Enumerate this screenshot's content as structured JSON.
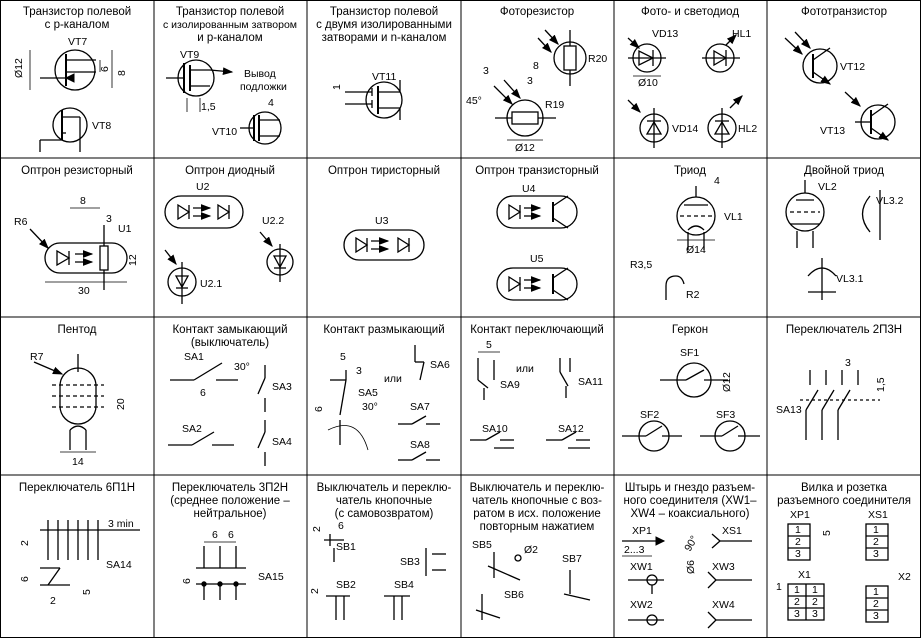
{
  "cells": [
    {
      "id": "c1",
      "title": [
        "Транзистор полевой",
        "с p-каналом"
      ],
      "labels": {
        "a": "VT7",
        "b": "VT8",
        "d1": "Ø12",
        "d2": "6",
        "d3": "8"
      }
    },
    {
      "id": "c2",
      "title": [
        "Транзистор полевой",
        "с изолированным затвором",
        "и p-каналом"
      ],
      "labels": {
        "a": "VT9",
        "b": "VT10",
        "n1": "Вывод",
        "n2": "подложки",
        "d1": "1,5",
        "d2": "4"
      }
    },
    {
      "id": "c3",
      "title": [
        "Транзистор полевой",
        "с двумя изолированными",
        "затворами и n-каналом"
      ],
      "labels": {
        "a": "VT11",
        "d1": "1"
      }
    },
    {
      "id": "c4",
      "title": [
        "Фоторезистор"
      ],
      "labels": {
        "a": "R20",
        "b": "R19",
        "d1": "3",
        "d2": "8",
        "d3": "3",
        "d4": "45°",
        "d5": "Ø12"
      }
    },
    {
      "id": "c5",
      "title": [
        "Фото- и светодиод"
      ],
      "labels": {
        "a": "VD13",
        "b": "HL1",
        "c": "VD14",
        "d": "HL2",
        "d1": "Ø10"
      }
    },
    {
      "id": "c6",
      "title": [
        "Фототранзистор"
      ],
      "labels": {
        "a": "VT12",
        "b": "VT13"
      }
    },
    {
      "id": "c7",
      "title": [
        "Оптрон резисторный"
      ],
      "labels": {
        "a": "R6",
        "b": "U1",
        "d1": "8",
        "d2": "3",
        "d3": "12",
        "d4": "30"
      }
    },
    {
      "id": "c8",
      "title": [
        "Оптрон диодный"
      ],
      "labels": {
        "a": "U2",
        "b": "U2.2",
        "c": "U2.1"
      }
    },
    {
      "id": "c9",
      "title": [
        "Оптрон тиристорный"
      ],
      "labels": {
        "a": "U3"
      }
    },
    {
      "id": "c10",
      "title": [
        "Оптрон транзисторный"
      ],
      "labels": {
        "a": "U4",
        "b": "U5"
      }
    },
    {
      "id": "c11",
      "title": [
        "Триод"
      ],
      "labels": {
        "a": "VL1",
        "b": "R3,5",
        "c": "R2",
        "d1": "4",
        "d2": "Ø14"
      }
    },
    {
      "id": "c12",
      "title": [
        "Двойной триод"
      ],
      "labels": {
        "a": "VL2",
        "b": "VL3.2",
        "c": "VL3.1"
      }
    },
    {
      "id": "c13",
      "title": [
        "Пентод"
      ],
      "labels": {
        "a": "R7",
        "d1": "20",
        "d2": "14"
      }
    },
    {
      "id": "c14",
      "title": [
        "Контакт замыкающий",
        "(выключатель)"
      ],
      "labels": {
        "a": "SA1",
        "b": "30°",
        "c": "6",
        "d": "SA3",
        "e": "SA2",
        "f": "SA4"
      }
    },
    {
      "id": "c15",
      "title": [
        "Контакт размыкающий"
      ],
      "labels": {
        "a": "5",
        "b": "3",
        "c": "SA5",
        "d": "или",
        "e": "SA6",
        "f": "6",
        "g": "30°",
        "h": "SA7",
        "i": "SA8"
      }
    },
    {
      "id": "c16",
      "title": [
        "Контакт переключающий"
      ],
      "labels": {
        "a": "5",
        "b": "или",
        "c": "SA9",
        "d": "SA11",
        "e": "SA10",
        "f": "SA12"
      }
    },
    {
      "id": "c17",
      "title": [
        "Геркон"
      ],
      "labels": {
        "a": "SF1",
        "b": "Ø12",
        "c": "SF2",
        "d": "SF3"
      }
    },
    {
      "id": "c18",
      "title": [
        "Переключатель 2П3Н"
      ],
      "labels": {
        "a": "3",
        "b": "SA13",
        "c": "1,5"
      }
    },
    {
      "id": "c19",
      "title": [
        "Переключатель 6П1Н"
      ],
      "labels": {
        "a": "3 min",
        "b": "2",
        "c": "6",
        "d": "SA14",
        "e": "5",
        "f": "2"
      }
    },
    {
      "id": "c20",
      "title": [
        "Переключатель 3П2Н",
        "(среднее  положение –",
        "нейтральное)"
      ],
      "labels": {
        "a": "6",
        "b": "6",
        "c": "SA15",
        "d": "6"
      }
    },
    {
      "id": "c21",
      "title": [
        "Выключатель и переклю-",
        "чатель кнопочные",
        "(с самовозвратом)"
      ],
      "labels": {
        "a": "6",
        "b": "2",
        "c": "SB1",
        "d": "SB3",
        "e": "2",
        "f": "SB2",
        "g": "SB4"
      }
    },
    {
      "id": "c22",
      "title": [
        "Выключатель и переклю-",
        "чатель кнопочные с воз-",
        "ратом в исх. положение",
        "повторным нажатием"
      ],
      "labels": {
        "a": "SB5",
        "b": "Ø2",
        "c": "SB7",
        "d": "SB6"
      }
    },
    {
      "id": "c23",
      "title": [
        "Штырь и гнездо разъем-",
        "ного соединителя (XW1–",
        "XW4 – коаксиального)"
      ],
      "labels": {
        "a": "XP1",
        "b": "2...3",
        "c": "90°",
        "d": "XS1",
        "e": "XW1",
        "f": "Ø6",
        "g": "XW3",
        "h": "XW2",
        "i": "XW4"
      }
    },
    {
      "id": "c24",
      "title": [
        "Вилка и розетка",
        "разъемного соединителя"
      ],
      "labels": {
        "a": "XP1",
        "b": "5",
        "c": "XS1",
        "d": "1",
        "e": "2",
        "f": "3",
        "g": "1",
        "h": "2",
        "i": "3",
        "j": "X1",
        "k": "1",
        "l": "X2",
        "m": "1",
        "n": "1",
        "o": "2",
        "p": "2",
        "q": "3",
        "r": "3",
        "s": "1",
        "t": "2",
        "u": "3"
      }
    }
  ]
}
